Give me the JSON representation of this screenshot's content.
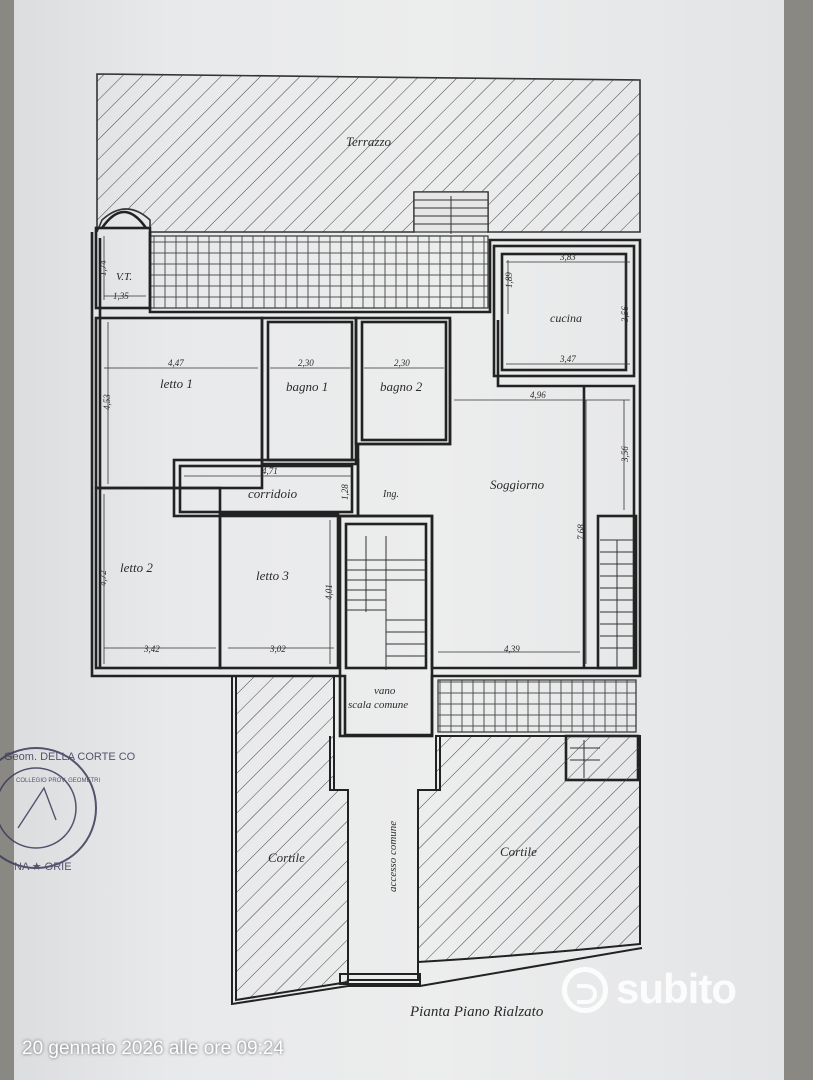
{
  "plan": {
    "title": "Pianta Piano Rialzato",
    "rooms": {
      "terrazzo": "Terrazzo",
      "vt": "V.T.",
      "cucina": "cucina",
      "letto1": "letto 1",
      "bagno1": "bagno 1",
      "bagno2": "bagno 2",
      "corridoio": "corridoio",
      "ingresso": "Ing.",
      "soggiorno": "Soggiorno",
      "letto2": "letto 2",
      "letto3": "letto 3",
      "vano1": "vano",
      "vano2": "scala comune",
      "cortile_left": "Cortile",
      "cortile_right": "Cortile",
      "accesso": "accesso comune"
    },
    "dimensions": {
      "vt_h": "1,74",
      "vt_w": "1,35",
      "cucina_top": "3,83",
      "cucina_left": "1,89",
      "cucina_right": "3,56",
      "cucina_bottom": "3,47",
      "letto1_w": "4,47",
      "letto1_h": "4,53",
      "bagno1_w": "2,30",
      "bagno2_w": "2,30",
      "soggiorno_top": "4,96",
      "soggiorno_right": "3,56",
      "corridoio_w": "4,71",
      "corridoio_h": "1,28",
      "soggiorno_h": "7,68",
      "letto2_h": "4,72",
      "letto2_w": "3,42",
      "letto3_h": "4,01",
      "letto3_w": "3,02",
      "soggiorno_bottom": "4,39"
    }
  },
  "stamp": {
    "text_top": "Geom. DELLA CORTE CO",
    "text_mid": "COLLEGIO PROV. GEOMETRI",
    "text_bottom": "NA ★ ORIE"
  },
  "caption": {
    "timestamp": "20 gennaio 2026 alle ore 09:24"
  },
  "watermark": {
    "brand": "subito"
  }
}
